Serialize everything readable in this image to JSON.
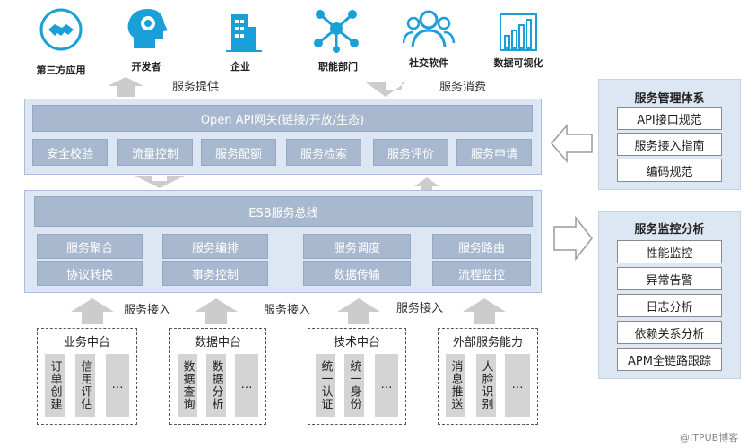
{
  "top_icons": [
    {
      "label": "第三方应用",
      "icon": "handshake-icon"
    },
    {
      "label": "开发者",
      "icon": "head-gear-icon"
    },
    {
      "label": "企业",
      "icon": "building-icon"
    },
    {
      "label": "职能部门",
      "icon": "network-icon"
    },
    {
      "label": "社交软件",
      "icon": "people-icon"
    },
    {
      "label": "数据可视化",
      "icon": "bar-chart-icon"
    }
  ],
  "flow_labels": {
    "provide": "服务提供",
    "consume": "服务消费",
    "access": "服务接入"
  },
  "gateway": {
    "title": "Open API网关(链接/开放/生态)",
    "items": [
      "安全校验",
      "流量控制",
      "服务配额",
      "服务检索",
      "服务评价",
      "服务申请"
    ]
  },
  "esb": {
    "title": "ESB服务总线",
    "row1": [
      "服务聚合",
      "服务编排",
      "服务调度",
      "服务路由"
    ],
    "row2": [
      "协议转换",
      "事务控制",
      "数据传输",
      "流程监控"
    ]
  },
  "platforms": [
    {
      "title": "业务中台",
      "cols": [
        "订单创建",
        "信用评估",
        "…"
      ]
    },
    {
      "title": "数据中台",
      "cols": [
        "数据查询",
        "数据分析",
        "…"
      ]
    },
    {
      "title": "技术中台",
      "cols": [
        "统一认证",
        "统一身份",
        "…"
      ]
    },
    {
      "title": "外部服务能力",
      "cols": [
        "消息推送",
        "人脸识别",
        "…"
      ]
    }
  ],
  "management": {
    "title": "服务管理体系",
    "items": [
      "API接口规范",
      "服务接入指南",
      "编码规范"
    ]
  },
  "monitoring": {
    "title": "服务监控分析",
    "items": [
      "性能监控",
      "异常告警",
      "日志分析",
      "依赖关系分析",
      "APM全链路跟踪"
    ]
  },
  "watermark": "@ITPUB博客",
  "colors": {
    "icon_blue": "#1a9fd9",
    "panel_bg": "#dde7f3",
    "chip_bg": "#a7b8cf",
    "arrow_gray": "#cccccc"
  }
}
